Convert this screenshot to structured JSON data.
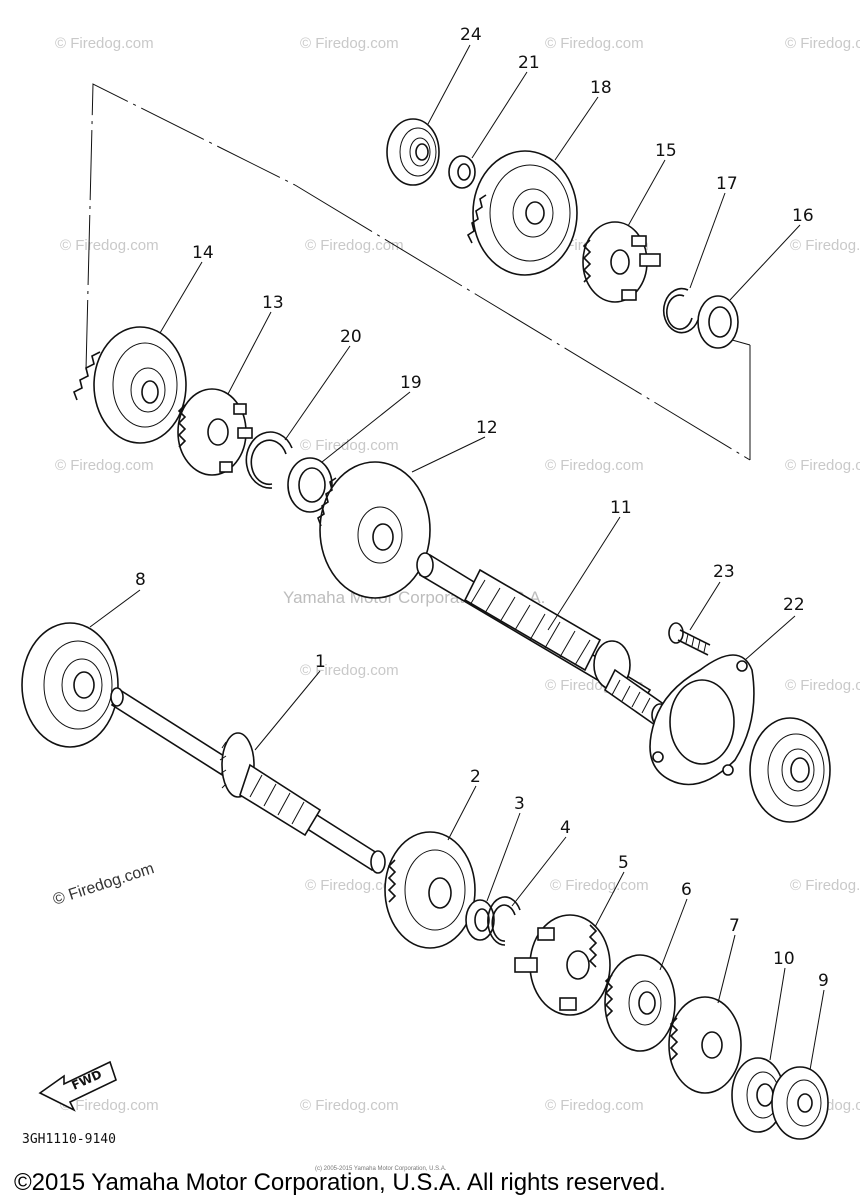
{
  "diagram": {
    "part_code": "3GH1110-9140",
    "fwd_label": "FWD",
    "center_watermark": "Yamaha Motor Corporation, U.S.A.",
    "watermark_text": "© Firedog.com",
    "fine_print": "(c) 2005-2015 Yamaha Motor Corporation, U.S.A.",
    "copyright": "©2015 Yamaha Motor Corporation, U.S.A. All rights reserved.",
    "callouts": [
      "24",
      "21",
      "18",
      "15",
      "17",
      "16",
      "14",
      "13",
      "20",
      "19",
      "12",
      "11",
      "23",
      "22",
      "8",
      "1",
      "2",
      "3",
      "4",
      "5",
      "6",
      "7",
      "10",
      "9"
    ]
  }
}
